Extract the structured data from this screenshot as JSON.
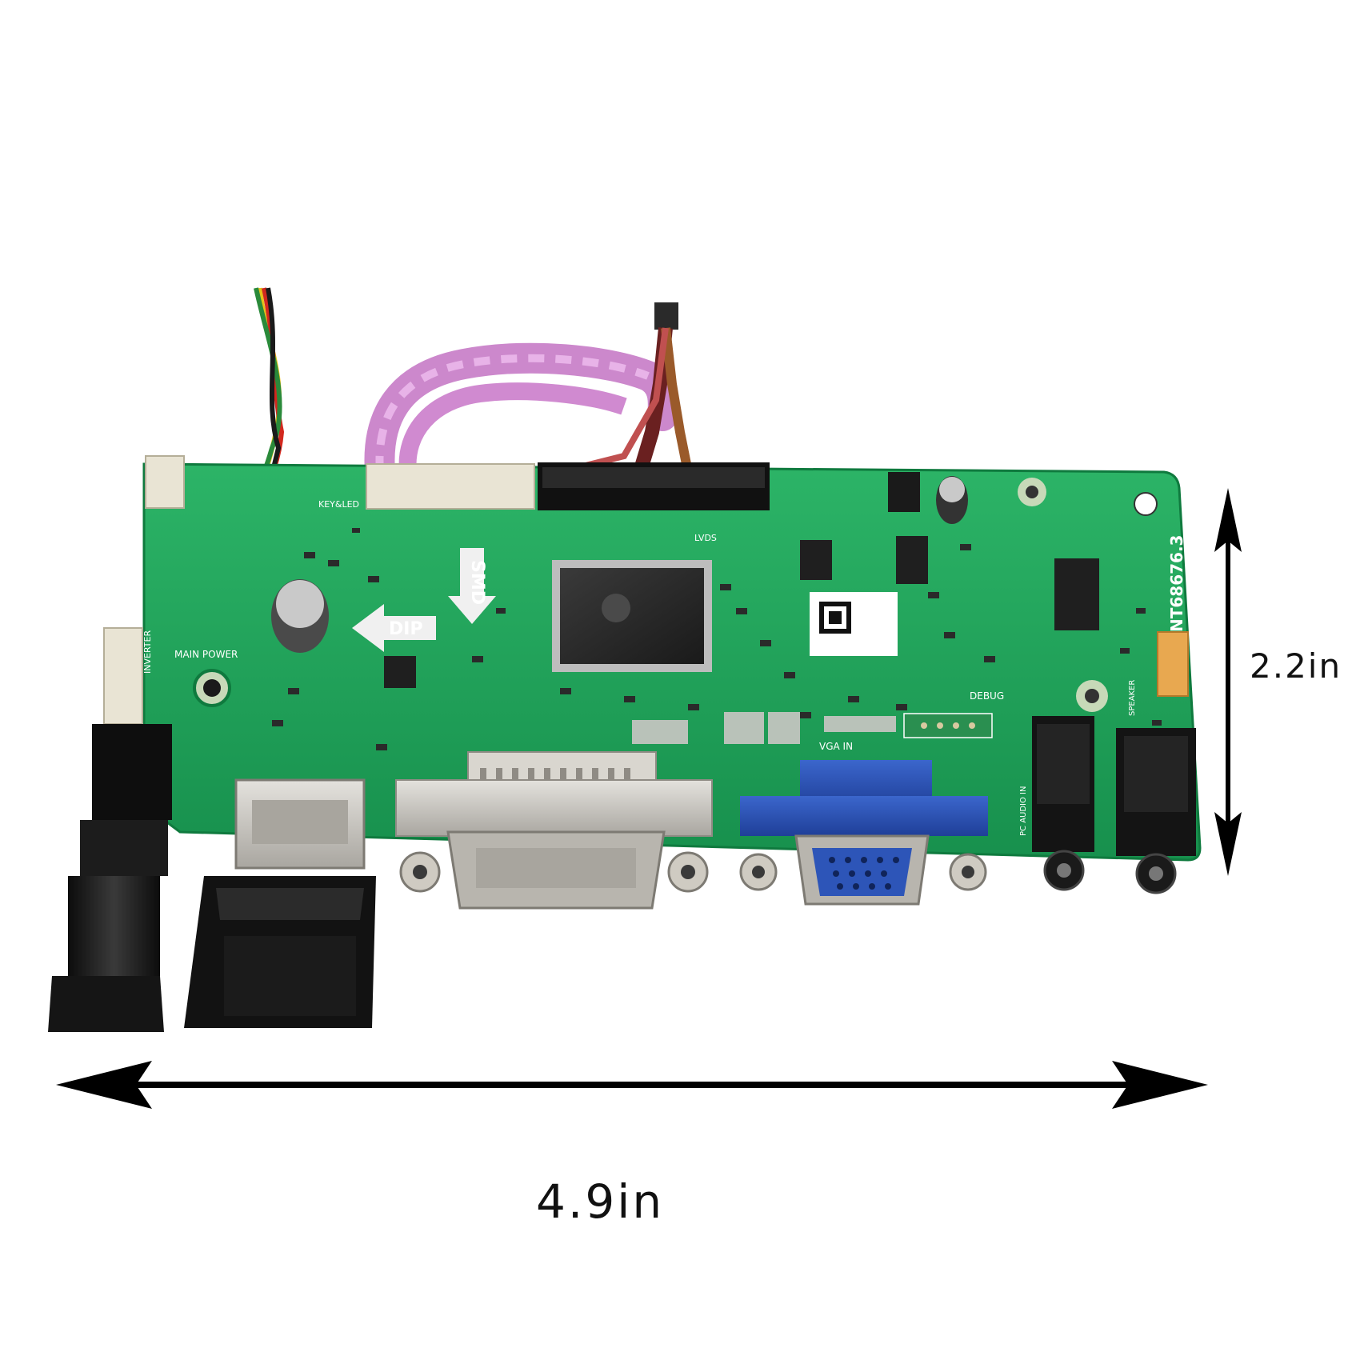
{
  "dimensions": {
    "width_label": "4.9in",
    "height_label": "2.2in"
  },
  "board": {
    "model_label": "NT68676.3",
    "silkscreen": {
      "dip": "DIP",
      "smd": "SMD",
      "main_power": "MAIN POWER",
      "inverter": "INVERTER",
      "keyboard": "KEY&LED",
      "lvds": "LVDS",
      "vga_in": "VGA IN",
      "debug": "DEBUG",
      "pc_audio_in": "PC AUDIO IN",
      "speaker": "SPEAKER"
    },
    "colors": {
      "pcb": "#1fa35a",
      "vga_connector": "#2d55b8",
      "dvi_connector": "#c9c7c2",
      "arrow": "#000000"
    }
  }
}
